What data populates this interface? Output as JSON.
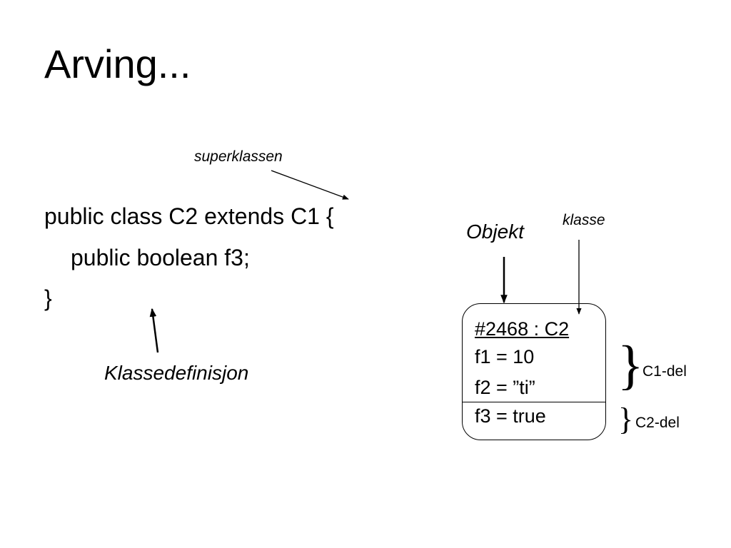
{
  "slide": {
    "title": "Arving..."
  },
  "code": {
    "lines": [
      "public class C2 extends C1 {",
      "public boolean f3;",
      "}"
    ]
  },
  "annotations": {
    "superklassen": "superklassen",
    "klassedefinisjon": "Klassedefinisjon",
    "objekt": "Objekt",
    "klasse": "klasse"
  },
  "object_box": {
    "header": "#2468 : C2",
    "fields": [
      "f1 = 10",
      "f2 = ”ti”",
      "f3 = true"
    ]
  },
  "parts": {
    "brace_c1": "}",
    "brace_c2": "}",
    "c1_label": "C1-del",
    "c2_label": "C2-del"
  }
}
